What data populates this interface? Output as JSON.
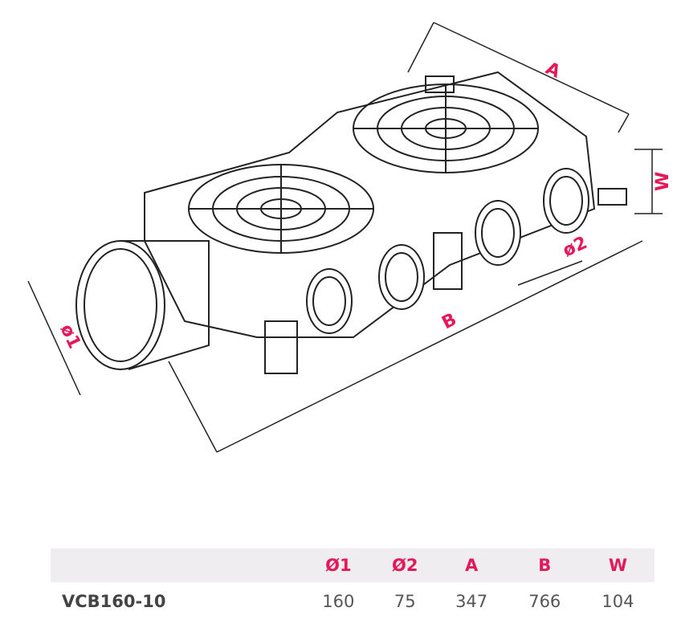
{
  "diagram": {
    "labels": {
      "a": "A",
      "b": "B",
      "w": "W",
      "d1": "ø1",
      "d2": "ø2"
    }
  },
  "table": {
    "headers": [
      "",
      "Ø1",
      "Ø2",
      "A",
      "B",
      "W"
    ],
    "rows": [
      {
        "model": "VCB160-10",
        "d1": "160",
        "d2": "75",
        "a": "347",
        "b": "766",
        "w": "104"
      }
    ]
  },
  "colors": {
    "accent": "#e4195a",
    "header_bg": "#efedf0"
  }
}
